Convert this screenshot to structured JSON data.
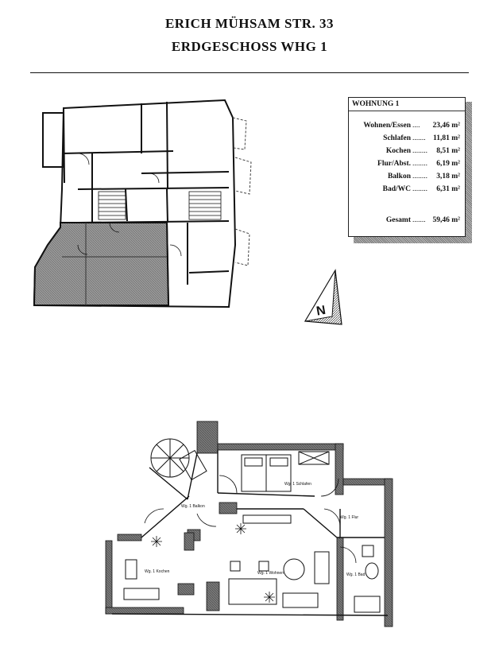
{
  "header": {
    "street": "ERICH MÜHSAM STR. 33",
    "floor": "ERDGESCHOSS WHG 1"
  },
  "area_table": {
    "title": "WOHNUNG 1",
    "rows": [
      {
        "label": "Wohnen/Essen",
        "dots": "....",
        "value": "23,46 m²"
      },
      {
        "label": "Schlafen",
        "dots": ".......",
        "value": "11,81 m²"
      },
      {
        "label": "Kochen",
        "dots": "........",
        "value": "8,51 m²"
      },
      {
        "label": "Flur/Abst.",
        "dots": "........",
        "value": "6,19 m²"
      },
      {
        "label": "Balkon",
        "dots": "........",
        "value": "3,18 m²"
      },
      {
        "label": "Bad/WC",
        "dots": "........",
        "value": "6,31 m²"
      }
    ],
    "total": {
      "label": "Gesamt",
      "dots": ".......",
      "value": "59,46 m²"
    }
  },
  "north_label": "N",
  "room_labels": {
    "balkon": "Wg. 1 Balkon",
    "schlafen": "Wg. 1 Schlafen",
    "flur": "Wg. 1 Flur",
    "kochen": "Wg. 1 Kochen",
    "wohnen": "Wg. 1 Wohnen",
    "bad": "Wg. 1 Bad"
  },
  "colors": {
    "ink": "#111111",
    "hatch": "#8a8a8a",
    "shadow": "#999999"
  }
}
